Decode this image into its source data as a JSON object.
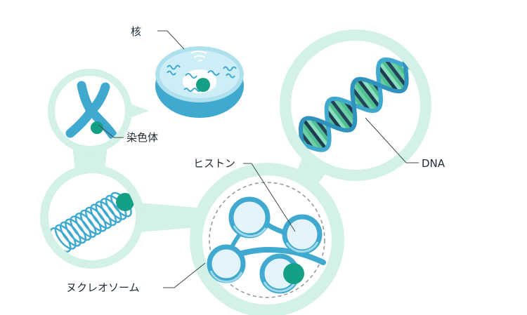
{
  "labels": {
    "nucleus": "核",
    "chromosome": "染色体",
    "histone": "ヒストン",
    "dna": "DNA",
    "nucleosome": "ヌクレオソーム"
  },
  "colors": {
    "bubble": "#d3f1e6",
    "bubble_inner": "#ffffff",
    "cyan": "#3fa9cf",
    "cyan_light": "#9fd9ea",
    "cyan_pale": "#e3f5fa",
    "teal": "#14a085",
    "green": "#4fbf92",
    "navy": "#23435c",
    "text": "#1e2a33"
  }
}
